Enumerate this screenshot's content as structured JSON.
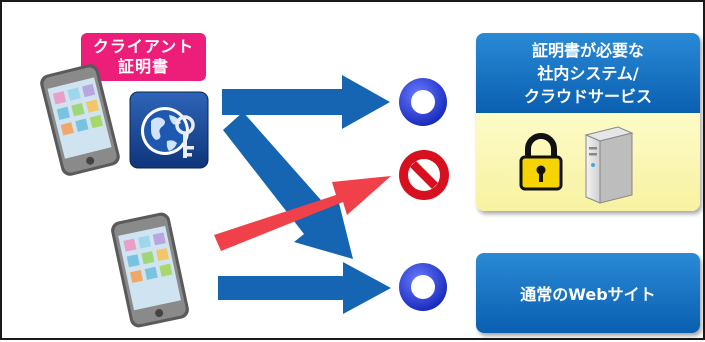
{
  "badge": {
    "line1": "クライアント",
    "line2": "証明書"
  },
  "service_box": {
    "line1": "証明書が必要な",
    "line2": "社内システム/",
    "line3": "クラウドサービス"
  },
  "web_box": {
    "label": "通常のWebサイト"
  },
  "colors": {
    "badge_pink": "#ec1e79",
    "box_blue": "#0a5fb0",
    "arrow_blue": "#1565b2",
    "arrow_red": "#f0404a",
    "panel_yellow": "#fbf6b4",
    "lock_yellow": "#f5d400"
  },
  "icons": [
    "smartphone-icon",
    "certificate-icon",
    "ok-circle-icon",
    "prohibited-icon",
    "padlock-icon",
    "server-icon"
  ]
}
